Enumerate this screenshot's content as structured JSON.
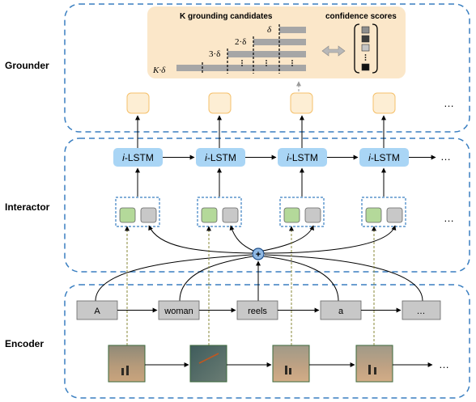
{
  "sections": {
    "grounder": "Grounder",
    "interactor": "Interactor",
    "encoder": "Encoder"
  },
  "grounder_panel": {
    "candidates_title": "K grounding candidates",
    "scores_title": "confidence scores",
    "label_delta": "δ",
    "label_2delta": "2·δ",
    "label_3delta": "3·δ",
    "label_kdelta": "K·δ",
    "ellipsis": "…"
  },
  "lstm_label": "i-LSTM",
  "ellipsis": "…",
  "plus_symbol": "+",
  "words": [
    "A",
    "woman",
    "reels",
    "a",
    "…"
  ],
  "colors": {
    "section_border": "#3a7fc1",
    "lstm_fill": "#a9d5f5",
    "panel_fill": "#fbe7c9",
    "output_fill": "#fdeed4",
    "output_border": "#f5c06b",
    "green_fill": "#b4d99a",
    "gray_fill": "#c8c8c8",
    "plus_fill": "#8fb8e3"
  }
}
